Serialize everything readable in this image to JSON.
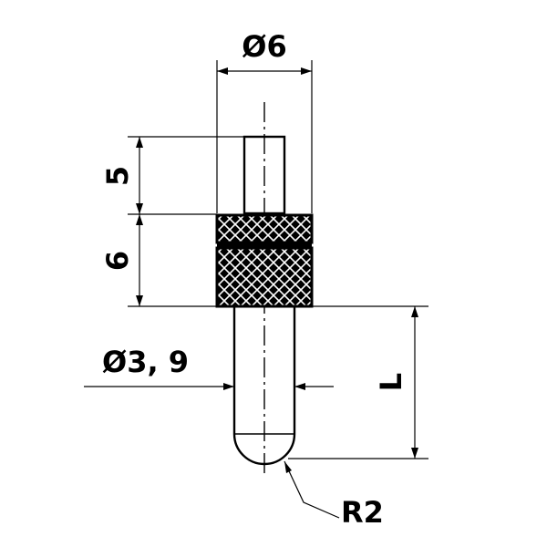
{
  "drawing": {
    "dimensions": {
      "top_diameter": "Ø6",
      "thread_length": "5",
      "knurl_length": "6",
      "shaft_diameter": "Ø3, 9",
      "length": "L",
      "tip_radius": "R2"
    }
  },
  "colors": {
    "line": "#000000",
    "background": "#ffffff"
  }
}
